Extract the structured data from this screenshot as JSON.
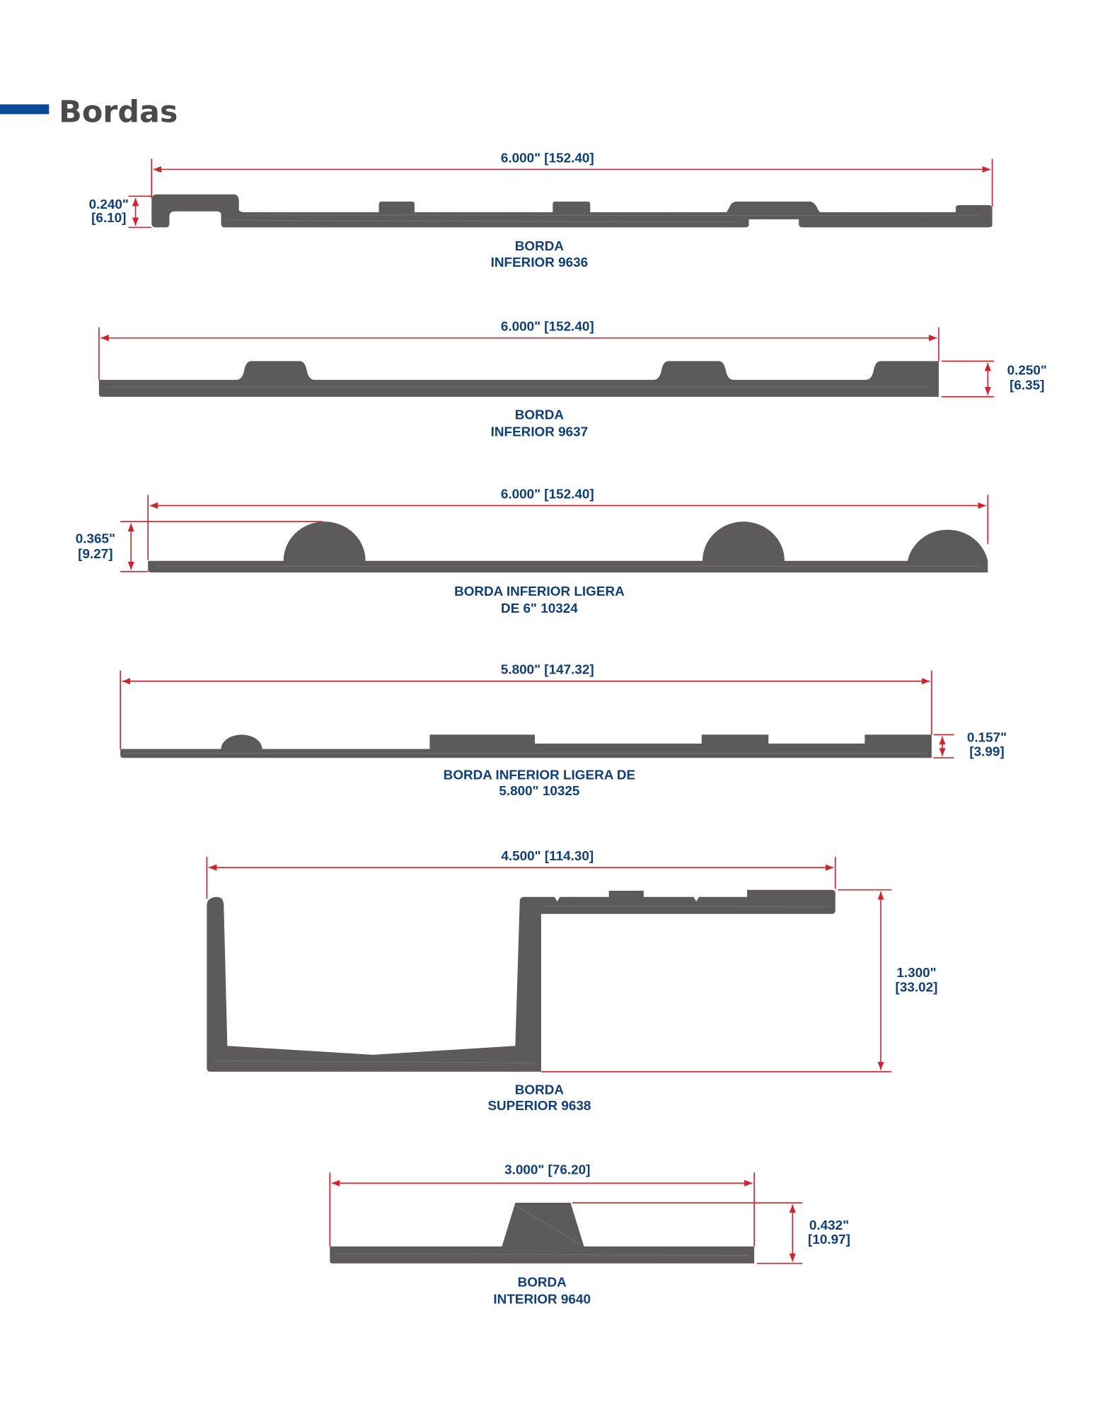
{
  "page": {
    "title": "Bordas",
    "colors": {
      "accent_bar": "#0a4a96",
      "dimension_line": "#d9202a",
      "label_text": "#0d3f7f",
      "profile": "#5c5a5a"
    }
  },
  "profiles": [
    {
      "width_dim": "6.000\" [152.40]",
      "height_in": "0.240\"",
      "height_mm": "[6.10]",
      "label_line1": "BORDA",
      "label_line2": "INFERIOR 9636"
    },
    {
      "width_dim": "6.000\" [152.40]",
      "height_in": "0.250\"",
      "height_mm": "[6.35]",
      "label_line1": "BORDA",
      "label_line2": "INFERIOR 9637"
    },
    {
      "width_dim": "6.000\" [152.40]",
      "height_in": "0.365\"",
      "height_mm": "[9.27]",
      "label_line1": "BORDA INFERIOR LIGERA",
      "label_line2": "DE 6\" 10324"
    },
    {
      "width_dim": "5.800\" [147.32]",
      "height_in": "0.157\"",
      "height_mm": "[3.99]",
      "label_line1": "BORDA INFERIOR LIGERA DE",
      "label_line2": "5.800\" 10325"
    },
    {
      "width_dim": "4.500\" [114.30]",
      "height_in": "1.300\"",
      "height_mm": "[33.02]",
      "label_line1": "BORDA",
      "label_line2": "SUPERIOR 9638"
    },
    {
      "width_dim": "3.000\" [76.20]",
      "height_in": "0.432\"",
      "height_mm": "[10.97]",
      "label_line1": "BORDA",
      "label_line2": "INTERIOR 9640"
    }
  ]
}
